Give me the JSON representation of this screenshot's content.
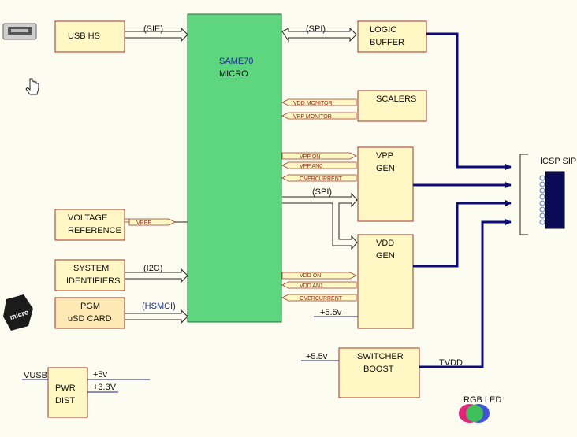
{
  "blocks": {
    "usb_hs": "USB HS",
    "micro_line1": "SAME70",
    "micro_line2": "MICRO",
    "logic_line1": "LOGIC",
    "logic_line2": "BUFFER",
    "scalers": "SCALERS",
    "vpp_line1": "VPP",
    "vpp_line2": "GEN",
    "vdd_line1": "VDD",
    "vdd_line2": "GEN",
    "vref_line1": "VOLTAGE",
    "vref_line2": "REFERENCE",
    "sysid_line1": "SYSTEM",
    "sysid_line2": "IDENTIFIERS",
    "pgm_line1": "PGM",
    "pgm_line2": "uSD CARD",
    "pwr_line1": "PWR",
    "pwr_line2": "DIST",
    "switcher_line1": "SWITCHER",
    "switcher_line2": "BOOST",
    "icsp": "ICSP SIP",
    "rgb": "RGB LED"
  },
  "buses": {
    "sie": "(SIE)",
    "spi_top": "(SPI)",
    "spi_mid": "(SPI)",
    "i2c": "(I2C)",
    "hsmci": "(HSMCI)"
  },
  "tags": {
    "vdd_monitor": "VDD MONITOR",
    "vpp_monitor": "VPP MONITOR",
    "vpp_on": "VPP ON",
    "vpp_an0": "VPP AN0",
    "overcurrent_1": "OVERCURRENT",
    "vref": "VREF",
    "vdd_on": "VDD ON",
    "vdd_an1": "VDD AN1",
    "overcurrent_2": "OVERCURRENT"
  },
  "nets": {
    "vdd_5v5": "+5.5v",
    "switcher_5v5": "+5.5v",
    "tvdd": "TVDD",
    "vusb": "VUSB",
    "plus5v": "+5v",
    "plus3v3": "+3.3V"
  },
  "colors": {
    "background": "#fdfcf0",
    "block_fill": "#fff8c4",
    "block_stroke": "#a0342a",
    "micro_fill": "#5dd67f",
    "bus_color": "#0b0b7a"
  },
  "icons": {
    "usb": "usb-connector-icon",
    "cursor": "hand-cursor-icon",
    "sd": "microsd-card-icon"
  }
}
